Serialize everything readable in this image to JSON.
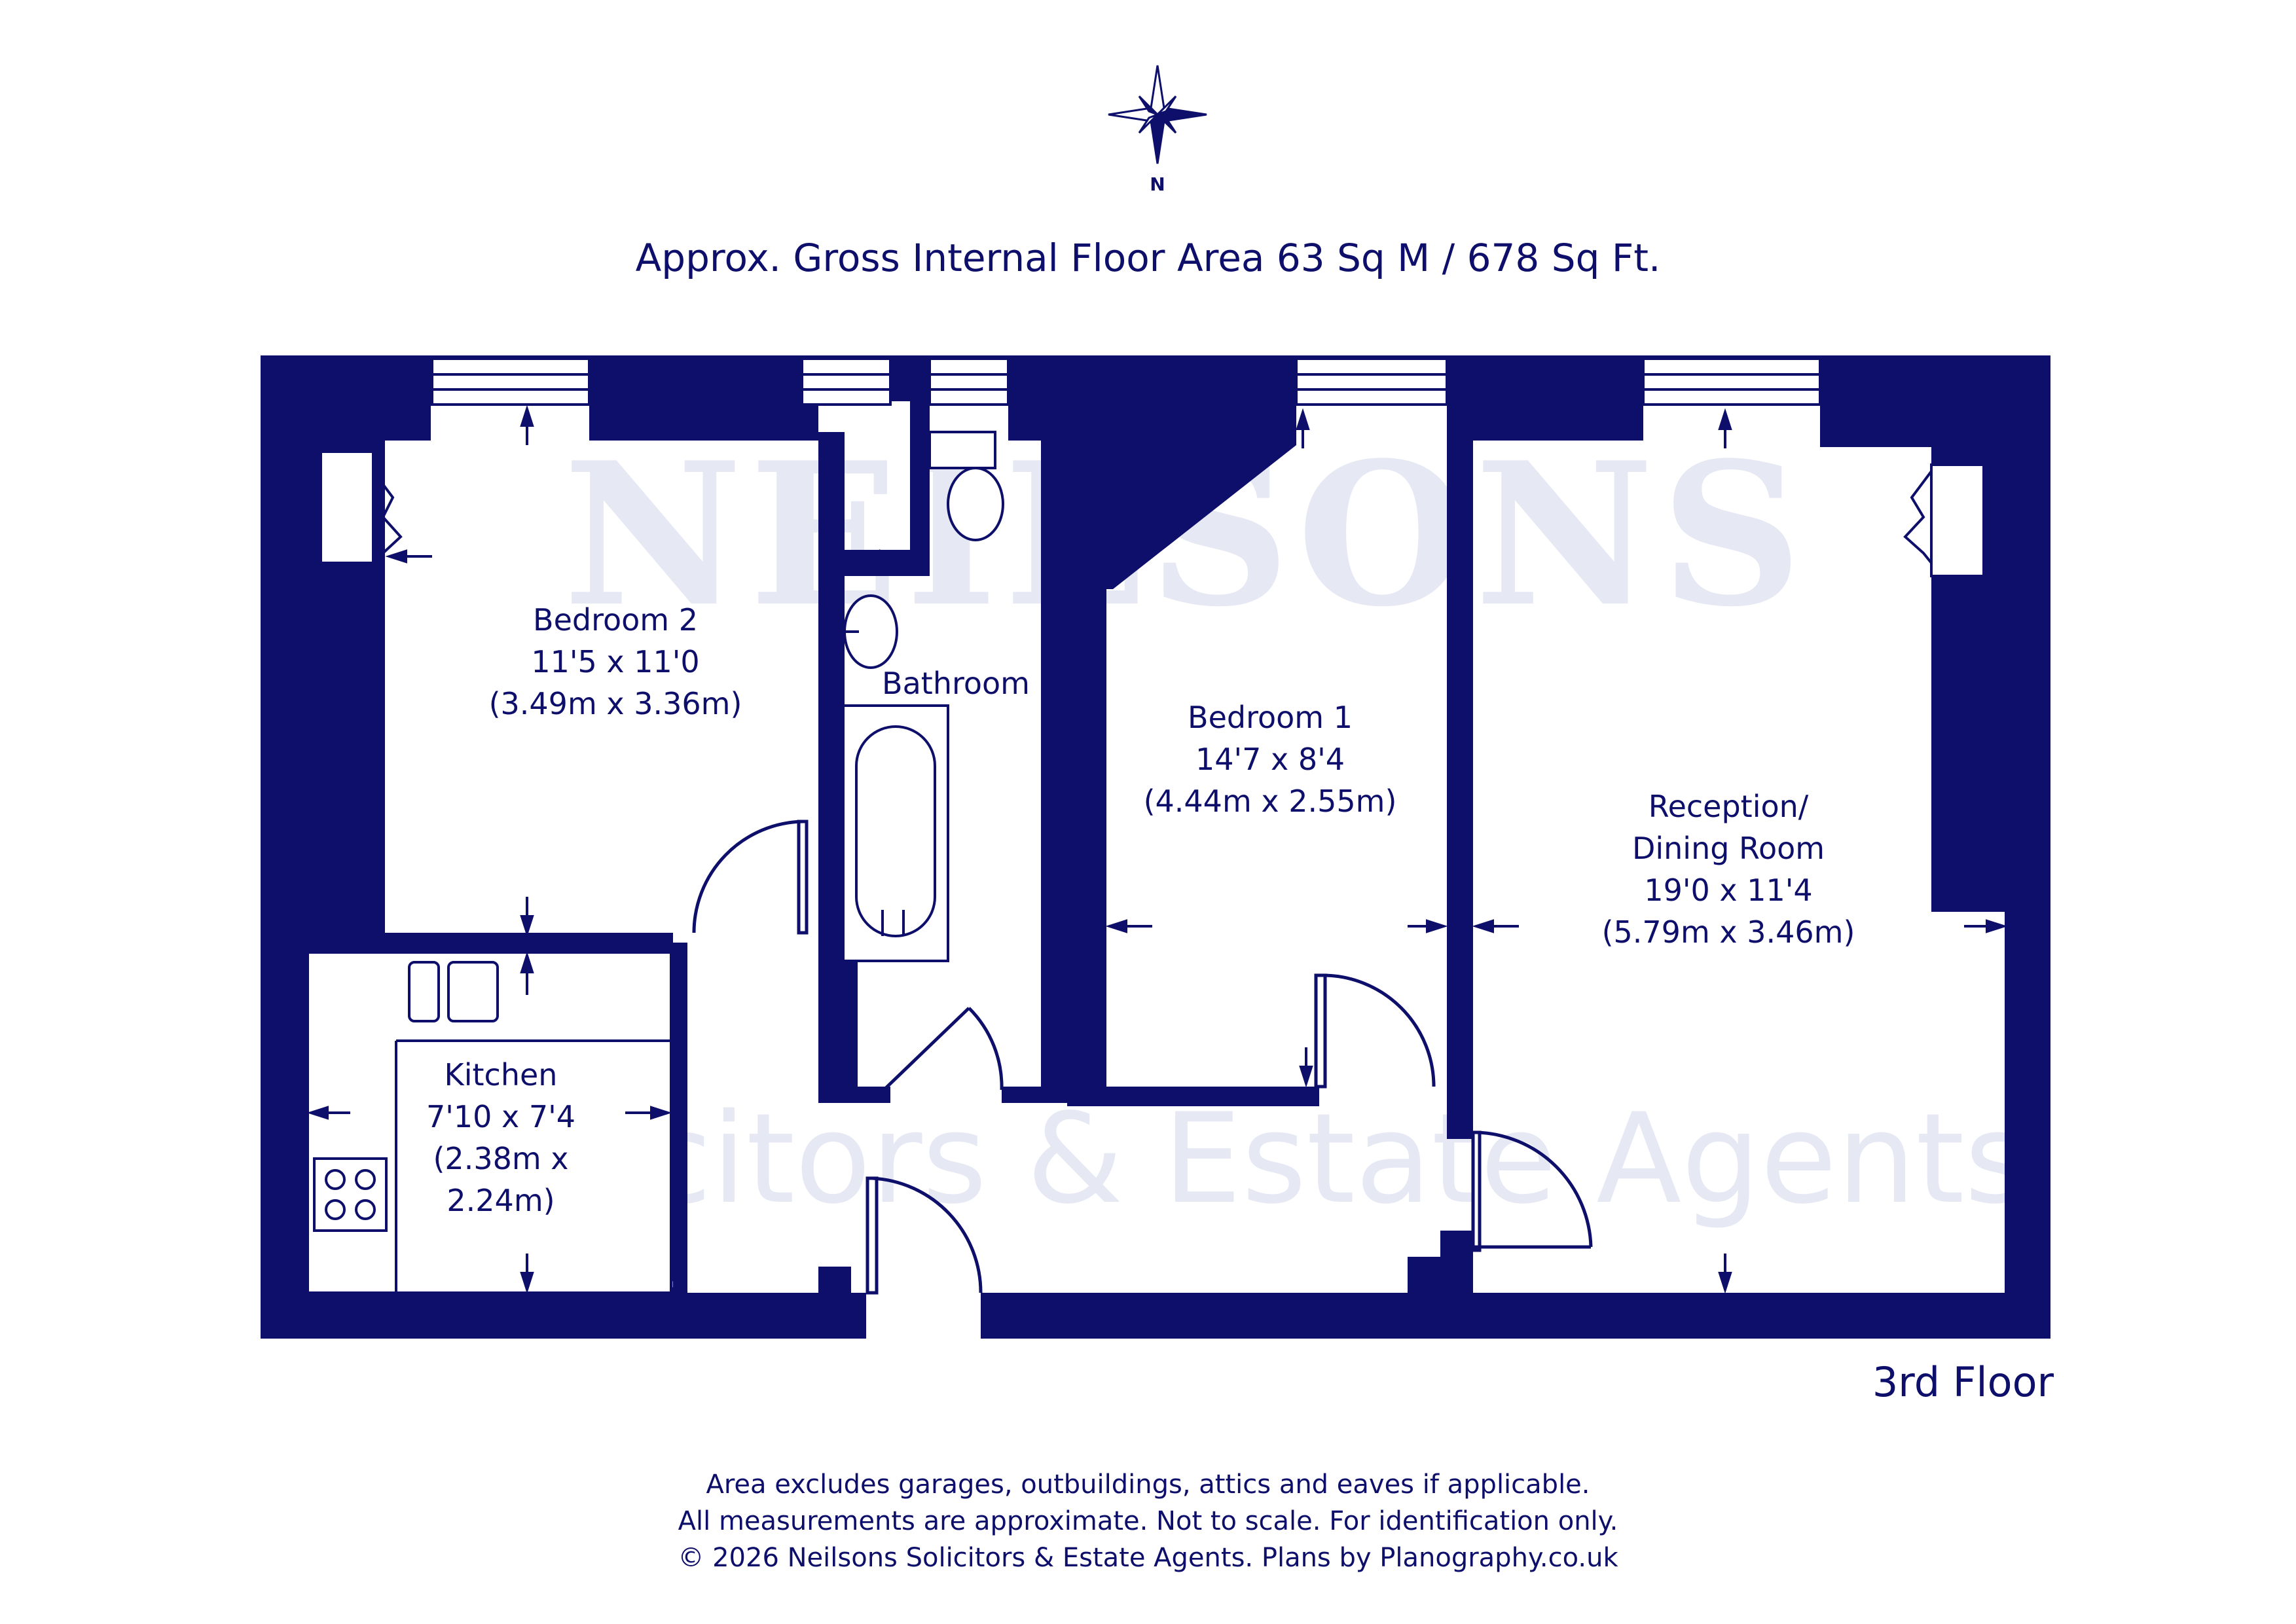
{
  "compass": {
    "label": "N"
  },
  "area_title": "Approx. Gross Internal Floor Area 63 Sq M / 678 Sq Ft.",
  "rooms": {
    "bedroom2": {
      "name": "Bedroom 2",
      "imperial": "11'5 x 11'0",
      "metric": "(3.49m x 3.36m)"
    },
    "bathroom": {
      "name": "Bathroom"
    },
    "bedroom1": {
      "name": "Bedroom 1",
      "imperial": "14'7 x 8'4",
      "metric": "(4.44m x 2.55m)"
    },
    "reception": {
      "name_line1": "Reception/",
      "name_line2": "Dining Room",
      "imperial": "19'0 x 11'4",
      "metric": "(5.79m x 3.46m)"
    },
    "kitchen": {
      "name": "Kitchen",
      "imperial": "7'10 x 7'4",
      "metric_line1": "(2.38m x",
      "metric_line2": "2.24m)"
    }
  },
  "floor_label": "3rd Floor",
  "watermark": {
    "brand": "NEILSONS",
    "tagline": "Solicitors & Estate Agents"
  },
  "disclaimer": {
    "line1": "Area excludes garages, outbuildings, attics and eaves if applicable.",
    "line2": "All measurements are approximate. Not to scale. For identification only.",
    "line3": "© 2026 Neilsons Solicitors & Estate Agents. Plans by Planography.co.uk"
  },
  "colors": {
    "wall": "#0d0f6b",
    "background": "#ffffff",
    "watermark": "#e6e8f3"
  }
}
